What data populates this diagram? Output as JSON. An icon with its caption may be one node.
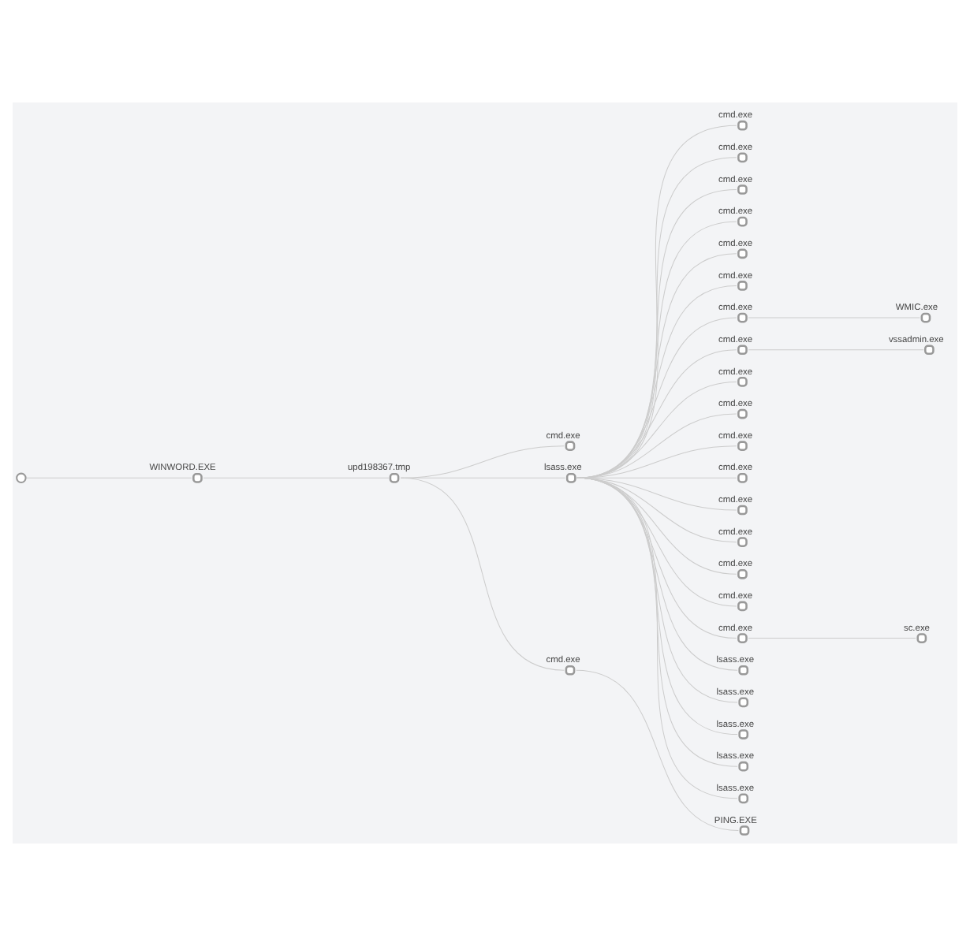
{
  "diagram": {
    "nodes": [
      {
        "text": [],
        "shape": "circle"
      },
      {
        "text": [
          "WINWORD.EXE"
        ]
      },
      {
        "text": [
          "upd198367.tmp"
        ]
      },
      {
        "text": [
          "cmd.exe"
        ]
      },
      {
        "text": [
          "lsass.exe"
        ]
      },
      {
        "text": [
          "cmd.exe"
        ]
      },
      {
        "text": [
          "cmd.exe"
        ]
      },
      {
        "text": [
          "cmd.exe"
        ]
      },
      {
        "text": [
          "cmd.exe"
        ]
      },
      {
        "text": [
          "cmd.exe"
        ]
      },
      {
        "text": [
          "cmd.exe"
        ]
      },
      {
        "text": [
          "cmd.exe"
        ]
      },
      {
        "text": [
          "cmd.exe"
        ]
      },
      {
        "text": [
          "cmd.exe"
        ]
      },
      {
        "text": [
          "cmd.exe"
        ]
      },
      {
        "text": [
          "cmd.exe"
        ]
      },
      {
        "text": [
          "cmd.exe"
        ]
      },
      {
        "text": [
          "cmd.exe"
        ]
      },
      {
        "text": [
          "cmd.exe"
        ]
      },
      {
        "text": [
          "cmd.exe"
        ]
      },
      {
        "text": [
          "cmd.exe"
        ]
      },
      {
        "text": [
          "cmd.exe"
        ]
      },
      {
        "text": [
          "lsass.exe"
        ]
      },
      {
        "text": [
          "lsass.exe"
        ]
      },
      {
        "text": [
          "lsass.exe"
        ]
      },
      {
        "text": [
          "lsass.exe"
        ]
      },
      {
        "text": [
          "lsass.exe"
        ]
      },
      {
        "text": [
          "cmd.exe"
        ]
      },
      {
        "text": [
          "WMIC.exe"
        ]
      },
      {
        "text": [
          "vssadmin.exe"
        ]
      },
      {
        "text": [
          "sc.exe"
        ]
      },
      {
        "text": [
          "PING.EXE"
        ]
      }
    ],
    "edges": [
      {
        "from": 0,
        "to": 1,
        "arrow": "none"
      },
      {
        "from": 1,
        "to": 2,
        "arrow": "none"
      },
      {
        "from": 2,
        "to": 3,
        "arrow": "none"
      },
      {
        "from": 2,
        "to": 4,
        "arrow": "none"
      },
      {
        "from": 2,
        "to": 27,
        "arrow": "none"
      },
      {
        "from": 4,
        "to": 5,
        "arrow": "none"
      },
      {
        "from": 4,
        "to": 6,
        "arrow": "none"
      },
      {
        "from": 4,
        "to": 7,
        "arrow": "none"
      },
      {
        "from": 4,
        "to": 8,
        "arrow": "none"
      },
      {
        "from": 4,
        "to": 9,
        "arrow": "none"
      },
      {
        "from": 4,
        "to": 10,
        "arrow": "none"
      },
      {
        "from": 4,
        "to": 11,
        "arrow": "none"
      },
      {
        "from": 4,
        "to": 12,
        "arrow": "none"
      },
      {
        "from": 4,
        "to": 13,
        "arrow": "none"
      },
      {
        "from": 4,
        "to": 14,
        "arrow": "none"
      },
      {
        "from": 4,
        "to": 15,
        "arrow": "none"
      },
      {
        "from": 4,
        "to": 16,
        "arrow": "none"
      },
      {
        "from": 4,
        "to": 17,
        "arrow": "none"
      },
      {
        "from": 4,
        "to": 18,
        "arrow": "none"
      },
      {
        "from": 4,
        "to": 19,
        "arrow": "none"
      },
      {
        "from": 4,
        "to": 20,
        "arrow": "none"
      },
      {
        "from": 4,
        "to": 21,
        "arrow": "none"
      },
      {
        "from": 4,
        "to": 22,
        "arrow": "none"
      },
      {
        "from": 4,
        "to": 23,
        "arrow": "none"
      },
      {
        "from": 4,
        "to": 24,
        "arrow": "none"
      },
      {
        "from": 4,
        "to": 25,
        "arrow": "none"
      },
      {
        "from": 4,
        "to": 26,
        "arrow": "none"
      },
      {
        "from": 11,
        "to": 28,
        "arrow": "none"
      },
      {
        "from": 12,
        "to": 29,
        "arrow": "none"
      },
      {
        "from": 21,
        "to": 30,
        "arrow": "none"
      },
      {
        "from": 27,
        "to": 31,
        "arrow": "none"
      }
    ]
  }
}
